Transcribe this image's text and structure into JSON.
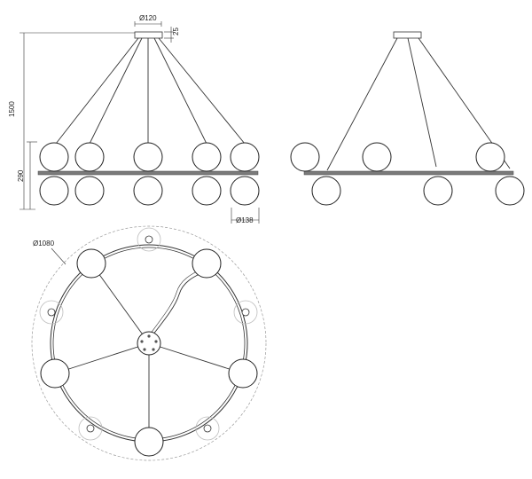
{
  "colors": {
    "line": "#333333",
    "bar": "#7a7a7a",
    "globe_edge": "#222222",
    "shade": "#bdbdbd",
    "dashed": "#9a9a9a"
  },
  "dimensions": {
    "canopy_diameter": "Ø120",
    "canopy_height": "25",
    "total_height": "1500",
    "globe_pair_height": "290",
    "globe_diameter": "Ø138",
    "ring_diameter": "Ø1080"
  }
}
